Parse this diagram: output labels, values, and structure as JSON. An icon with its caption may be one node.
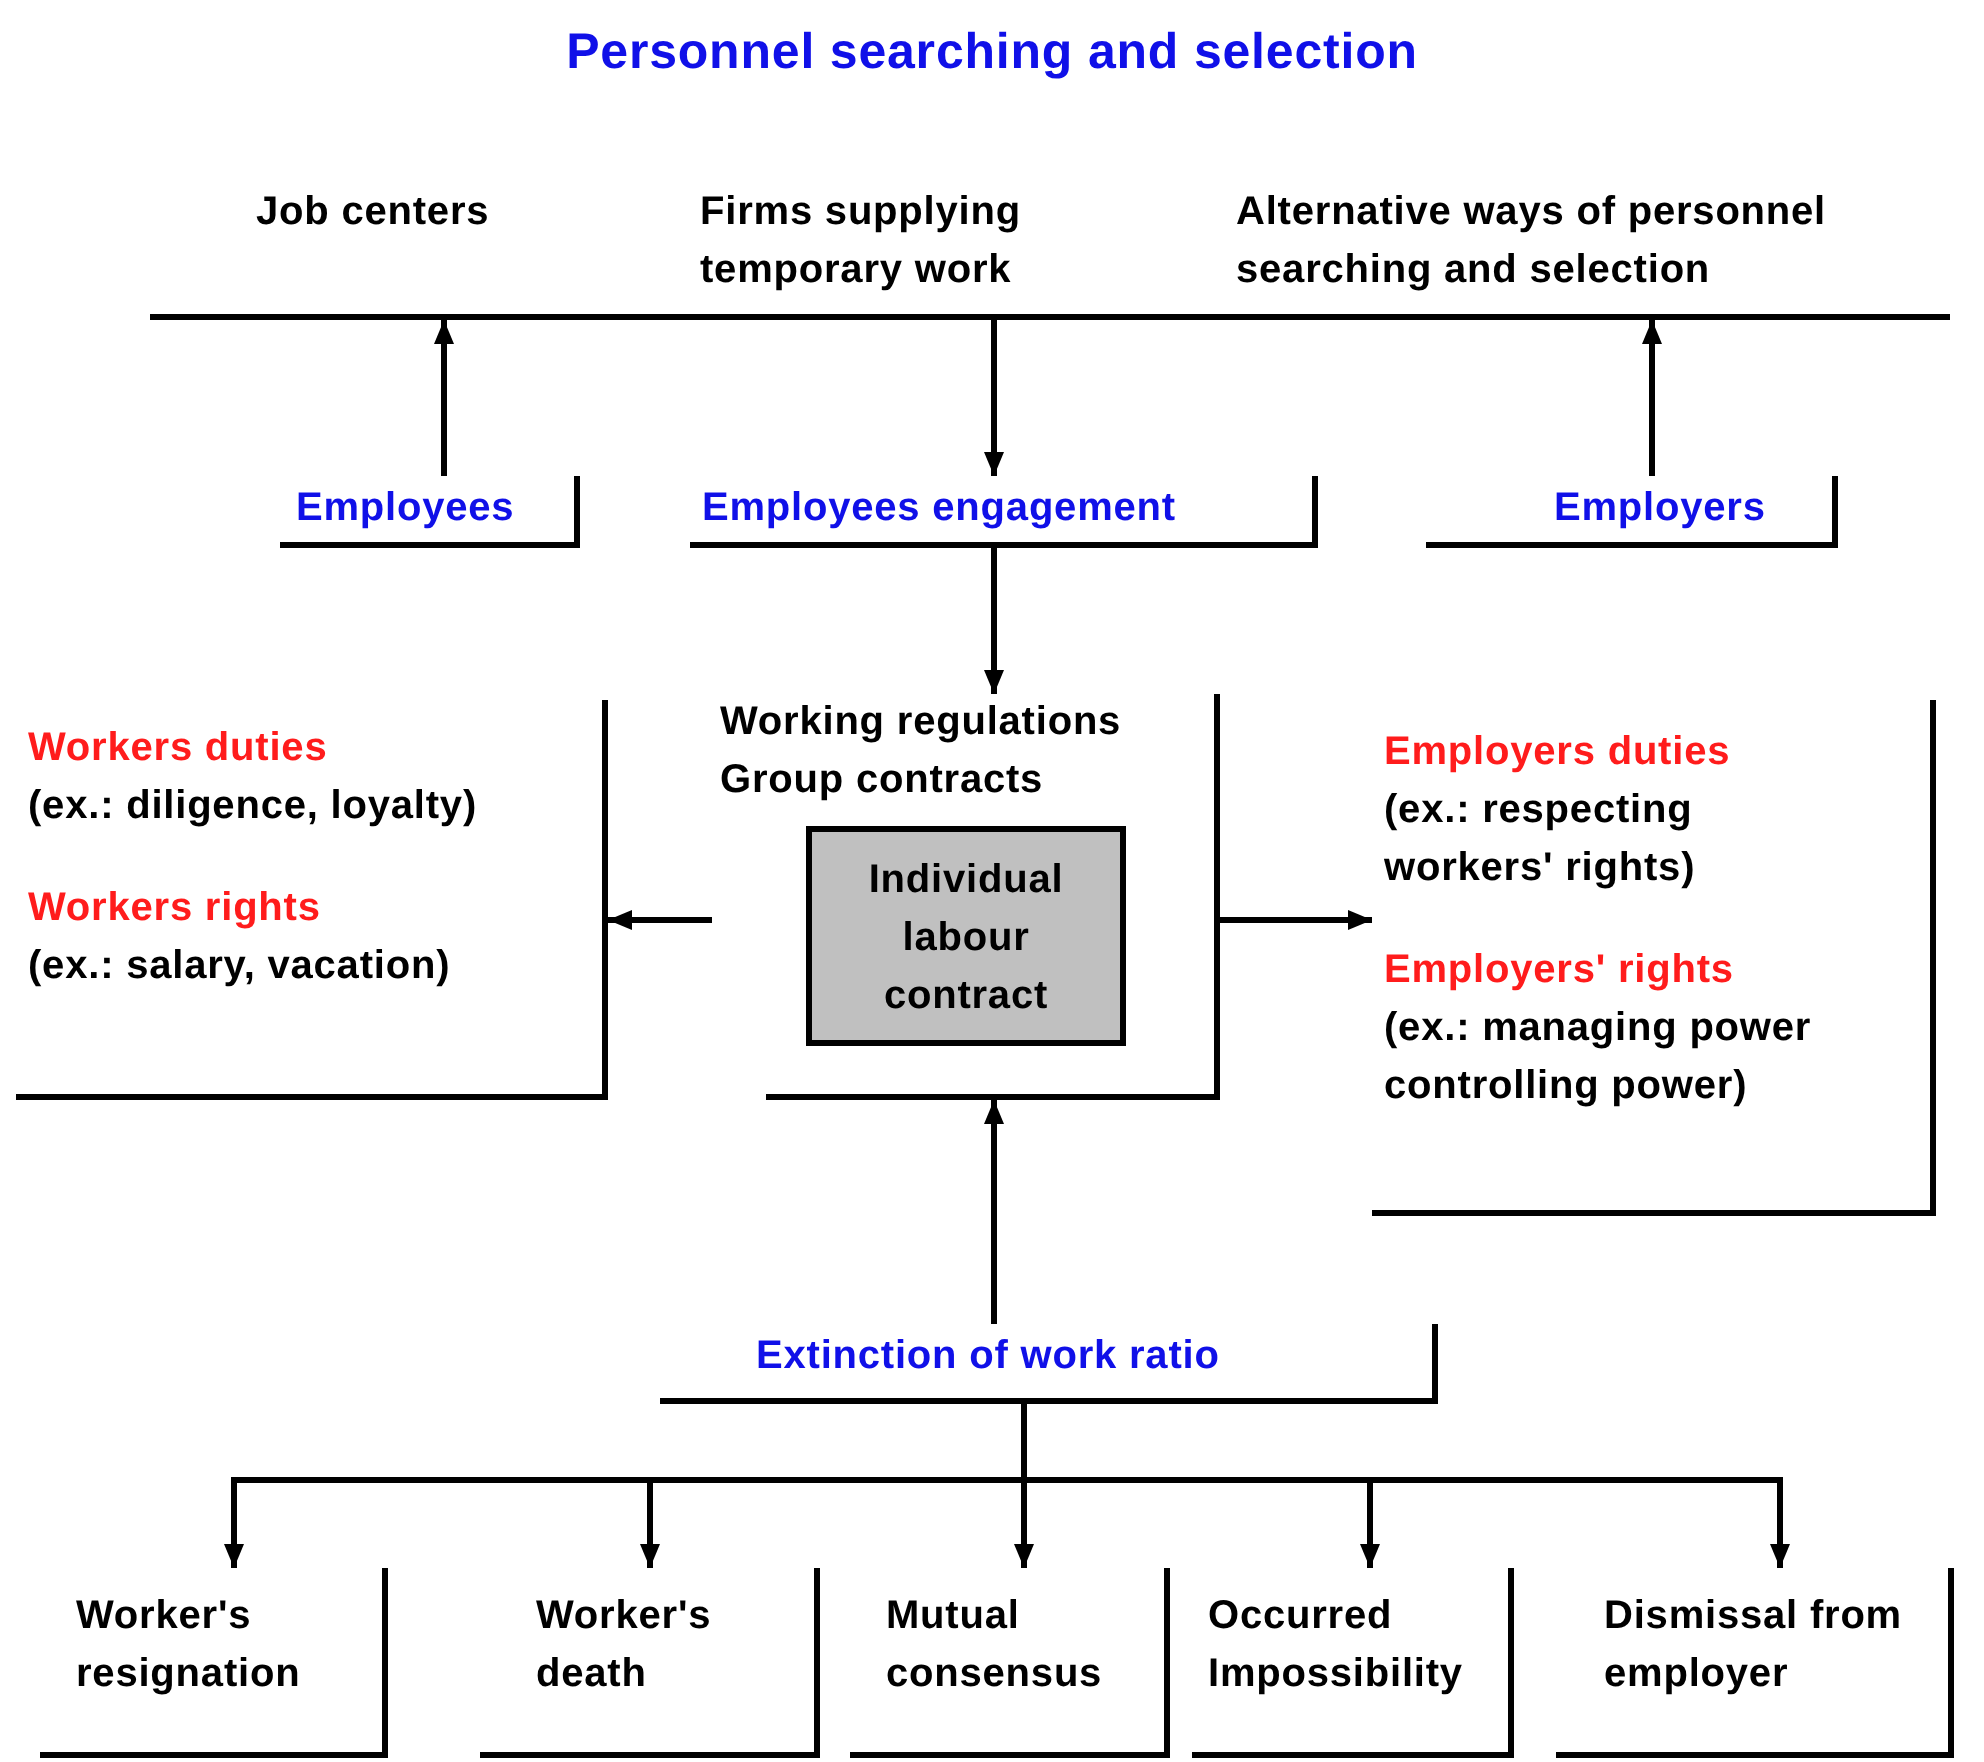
{
  "diagram": {
    "title": "Personnel searching and selection",
    "nodes": [
      {
        "text": [
          "Job centers"
        ]
      },
      {
        "text": [
          "Firms supplying temporary work"
        ]
      },
      {
        "text": [
          "Alternative ways of personnel searching and selection"
        ]
      },
      {
        "text": [
          "Employees"
        ]
      },
      {
        "text": [
          "Employees engagement"
        ]
      },
      {
        "text": [
          "Employers"
        ]
      },
      {
        "text": [
          "Workers duties",
          "(ex.: diligence, loyalty)",
          "Workers rights",
          "(ex.: salary, vacation)"
        ]
      },
      {
        "text": [
          "Working regulations",
          "Group contracts"
        ]
      },
      {
        "text": [
          "Individual labour contract"
        ],
        "in": 7
      },
      {
        "text": [
          "Employers duties",
          "(ex.: respecting workers' rights)",
          "Employers' rights",
          "(ex.: managing power controlling power)"
        ]
      },
      {
        "text": [
          "Extinction of work ratio"
        ]
      },
      {
        "text": [
          "Worker's resignation"
        ]
      },
      {
        "text": [
          "Worker's death"
        ]
      },
      {
        "text": [
          "Mutual consensus"
        ]
      },
      {
        "text": [
          "Occurred Impossibility"
        ]
      },
      {
        "text": [
          "Dismissal from employer"
        ]
      }
    ],
    "edges": [
      {
        "from": 3,
        "to": 0,
        "arrow": "to"
      },
      {
        "from": 1,
        "to": 4,
        "arrow": "to"
      },
      {
        "from": 5,
        "to": 2,
        "arrow": "to"
      },
      {
        "from": 4,
        "to": 7,
        "arrow": "to"
      },
      {
        "from": 7,
        "to": 6,
        "arrow": "to"
      },
      {
        "from": 7,
        "to": 9,
        "arrow": "to"
      },
      {
        "from": 10,
        "to": 7,
        "arrow": "to"
      },
      {
        "from": 10,
        "to": 11,
        "arrow": "to"
      },
      {
        "from": 10,
        "to": 12,
        "arrow": "to"
      },
      {
        "from": 10,
        "to": 13,
        "arrow": "to"
      },
      {
        "from": 10,
        "to": 14,
        "arrow": "to"
      },
      {
        "from": 10,
        "to": 15,
        "arrow": "to"
      }
    ]
  }
}
